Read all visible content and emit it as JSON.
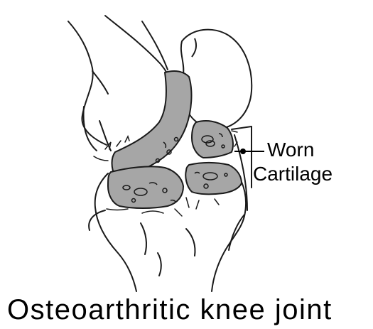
{
  "annotation": {
    "line1": "Worn",
    "line2": "Cartilage"
  },
  "caption": "Osteoarthritic knee joint",
  "colors": {
    "cartilage": "#a6a6a6",
    "outline": "#1a1a1a",
    "background": "#ffffff"
  }
}
